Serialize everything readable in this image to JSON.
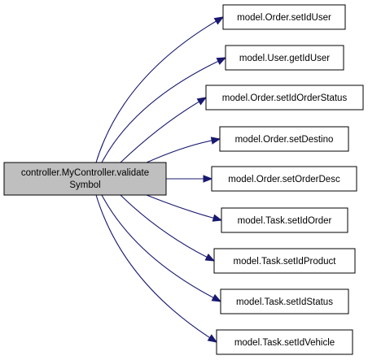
{
  "diagram": {
    "root": {
      "lines": [
        "controller.MyController.validate",
        "Symbol"
      ]
    },
    "callees": [
      "model.Order.setIdUser",
      "model.User.getIdUser",
      "model.Order.setIdOrderStatus",
      "model.Order.setDestino",
      "model.Order.setOrderDesc",
      "model.Task.setIdOrder",
      "model.Task.setIdProduct",
      "model.Task.setIdStatus",
      "model.Task.setIdVehicle"
    ],
    "colors": {
      "edge": "#191970",
      "root_fill": "#bfbfbf",
      "node_fill": "#ffffff",
      "border": "#000000"
    }
  }
}
